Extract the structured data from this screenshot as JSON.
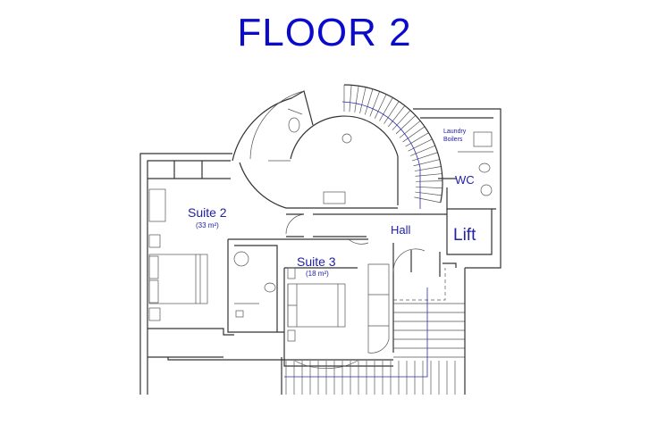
{
  "title": "FLOOR 2",
  "rooms": {
    "suite2": {
      "name": "Suite 2",
      "area": "(33 m²)"
    },
    "suite3": {
      "name": "Suite 3",
      "area": "(18 m²)"
    },
    "hall": {
      "name": "Hall"
    },
    "lift": {
      "name": "Lift"
    },
    "wc": {
      "name": "WC"
    },
    "laundry": {
      "name": "Laundry"
    },
    "boilers": {
      "name": "Boilers"
    }
  },
  "colors": {
    "label": "#2020a8",
    "title": "#0a0acc",
    "wall": "#333333"
  }
}
